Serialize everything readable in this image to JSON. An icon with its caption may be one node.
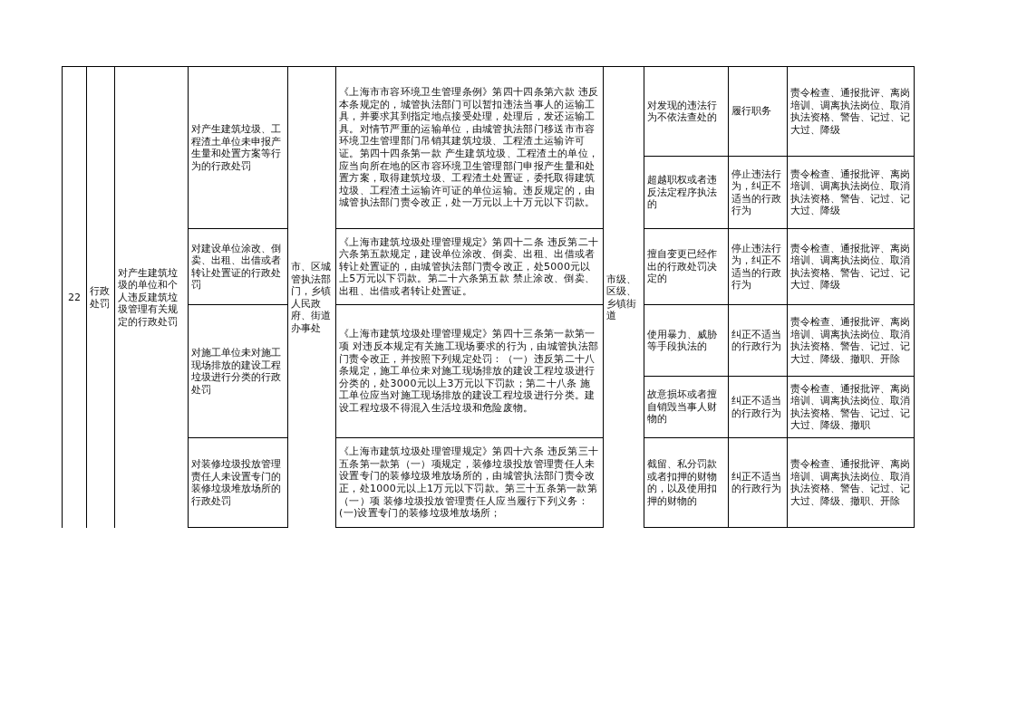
{
  "diagram": {
    "labels": [
      "22",
      "行政处罚",
      "对产生建筑垃圾的单位和个人违反建筑垃圾管理有关规定的行政处罚",
      "对产生建筑垃圾、工程渣土单位未申报产生量和处置方案等行为的行政处罚",
      "《上海市市容环境卫生管理条例》第四十四条第六款 违反本条规定的，城管执法部门可以暂扣违法当事人的运输工具，并要求其到指定地点接受处理，处理后，发还运输工具。对情节严重的运输单位，由城管执法部门移送市市容环境卫生管理部门吊销其建筑垃圾、工程渣土运输许可证。第四十四条第一款 产生建筑垃圾、工程渣土的单位，应当向所在地的区市容环境卫生管理部门申报产生量和处置方案，取得建筑垃圾、工程渣土处置证，委托取得建筑垃圾、工程渣土运输许可证的单位运输。违反规定的，由城管执法部门责令改正，处一万元以上十万元以下罚款。",
      "市、区城管执法部门，乡镇人民政府、街道办事处",
      "市级、区级、乡镇街道",
      "对发现的违法行为不依法查处的",
      "履行职务",
      "责令检查、通报批评、离岗培训、调离执法岗位、取消执法资格、警告、记过、记大过、降级",
      "超越职权或者违反法定程序执法的",
      "停止违法行为，纠正不适当的行政行为",
      "责令检查、通报批评、离岗培训、调离执法岗位、取消执法资格、警告、记过、记大过、降级",
      "对建设单位涂改、倒卖、出租、出借或者转让处置证的行政处罚",
      "《上海市建筑垃圾处理管理规定》第四十二条 违反第二十六条第五款规定，建设单位涂改、倒卖、出租、出借或者转让处置证的，由城管执法部门责令改正，处5000元以上5万元以下罚款。第二十六条第五款 禁止涂改、倒卖、出租、出借或者转让处置证。",
      "擅自变更已经作出的行政处罚决定的",
      "停止违法行为，纠正不适当的行政行为",
      "责令检查、通报批评、离岗培训、调离执法岗位、取消执法资格、警告、记过、记大过、降级",
      "对施工单位未对施工现场排放的建设工程垃圾进行分类的行政处罚",
      "《上海市建筑垃圾处理管理规定》第四十三条第一款第一项 对违反本规定有关施工现场要求的行为，由城管执法部门责令改正，并按照下列规定处罚：（一）违反第二十八条规定，施工单位未对施工现场排放的建设工程垃圾进行分类的，处3000元以上3万元以下罚款；第二十八条 施工单位应当对施工现场排放的建设工程垃圾进行分类。建设工程垃圾不得混入生活垃圾和危险废物。",
      "使用暴力、威胁等手段执法的",
      "纠正不适当的行政行为",
      "责令检查、通报批评、离岗培训、调离执法岗位、取消执法资格、警告、记过、记大过、降级、撤职、开除",
      "故意损坏或者擅自销毁当事人财物的",
      "纠正不适当的行政行为",
      "责令检查、通报批评、离岗培训、调离执法岗位、取消执法资格、警告、记过、记大过、降级、撤职",
      "对装修垃圾投放管理责任人未设置专门的装修垃圾堆放场所的行政处罚",
      "《上海市建筑垃圾处理管理规定》第四十六条 违反第三十五条第一款第（一）项规定，装修垃圾投放管理责任人未设置专门的装修垃圾堆放场所的，由城管执法部门责令改正，处1000元以上1万元以下罚款。第三十五条第一款第（一）项 装修垃圾投放管理责任人应当履行下列义务：(一)设置专门的装修垃圾堆放场所；",
      "截留、私分罚款或者扣押的财物的，以及使用扣押的财物的",
      "纠正不适当的行政行为",
      "责令检查、通报批评、离岗培训、调离执法岗位、取消执法资格、警告、记过、记大过、降级、撤职、开除"
    ]
  }
}
